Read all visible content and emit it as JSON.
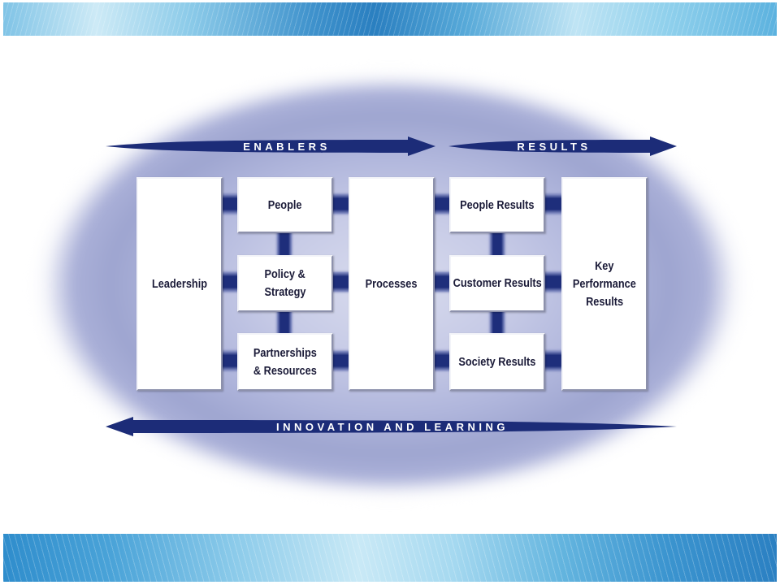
{
  "colors": {
    "navy": "#1c2c78",
    "connector": "#1e2e7b",
    "box_text": "#1b1b38"
  },
  "arrows": {
    "enablers": "ENABLERS",
    "results": "RESULTS",
    "innovation": "INNOVATION AND LEARNING"
  },
  "boxes": {
    "leadership": [
      "Leadership"
    ],
    "people": [
      "People"
    ],
    "policy_strategy": [
      "Policy &",
      "Strategy"
    ],
    "partnerships_resources": [
      "Partnerships",
      "& Resources"
    ],
    "processes": [
      "Processes"
    ],
    "people_results": [
      "People Results"
    ],
    "customer_results": [
      "Customer Results"
    ],
    "society_results": [
      "Society Results"
    ],
    "key_performance_results": [
      "Key",
      "Performance",
      "Results"
    ]
  }
}
